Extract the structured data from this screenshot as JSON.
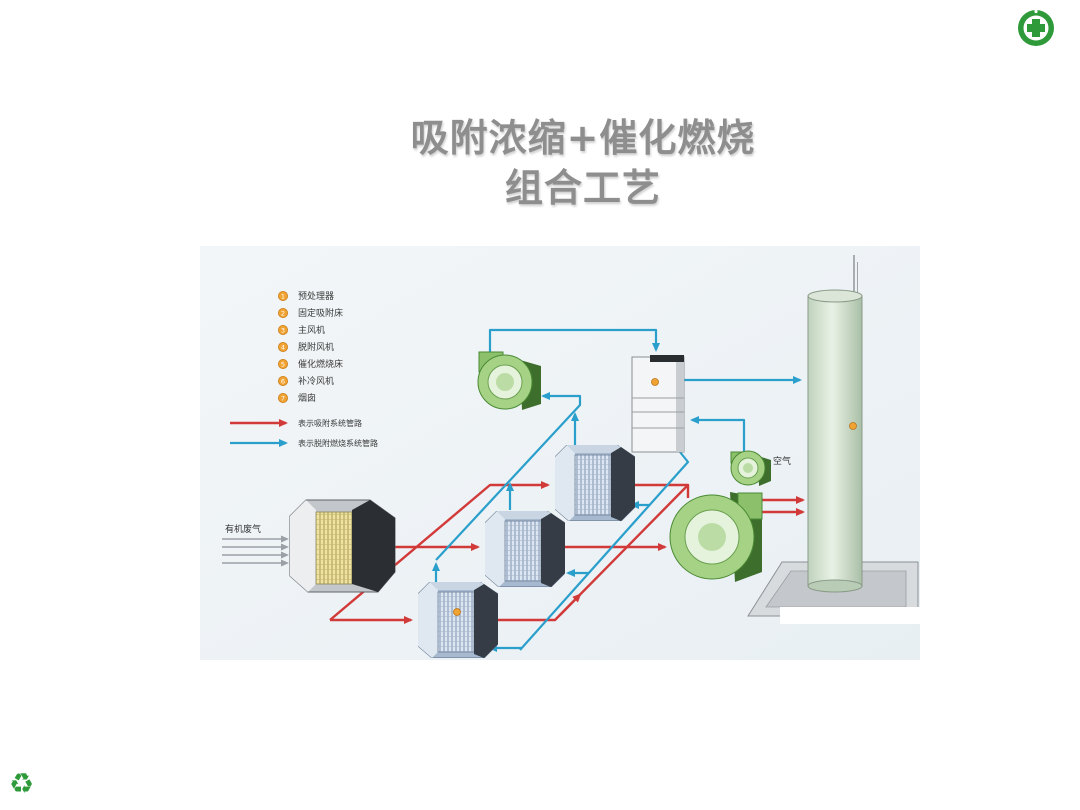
{
  "slide": {
    "title_line1": "吸附浓缩+催化燃烧",
    "title_line2": "组合工艺"
  },
  "diagram": {
    "legend": [
      {
        "num": "1",
        "label": "预处理器"
      },
      {
        "num": "2",
        "label": "固定吸附床"
      },
      {
        "num": "3",
        "label": "主风机"
      },
      {
        "num": "4",
        "label": "脱附风机"
      },
      {
        "num": "5",
        "label": "催化燃烧床"
      },
      {
        "num": "6",
        "label": "补冷风机"
      },
      {
        "num": "7",
        "label": "烟囱"
      }
    ],
    "line_legend": {
      "adsorption": "表示吸附系统管路",
      "desorption": "表示脱附燃烧系统管路"
    },
    "inlet_label": "有机废气",
    "air_label": "空气"
  },
  "colors": {
    "adsorption_line": "#d23a3a",
    "desorption_line": "#2b9fcc",
    "title_text": "#8e8e8e",
    "equipment_green": "#a6d286",
    "marker_orange": "#f0a232",
    "brand_green": "#2f9a3a"
  },
  "icons": {
    "logo": "green-cross-emblem-icon",
    "recycle": "recycle-icon"
  }
}
